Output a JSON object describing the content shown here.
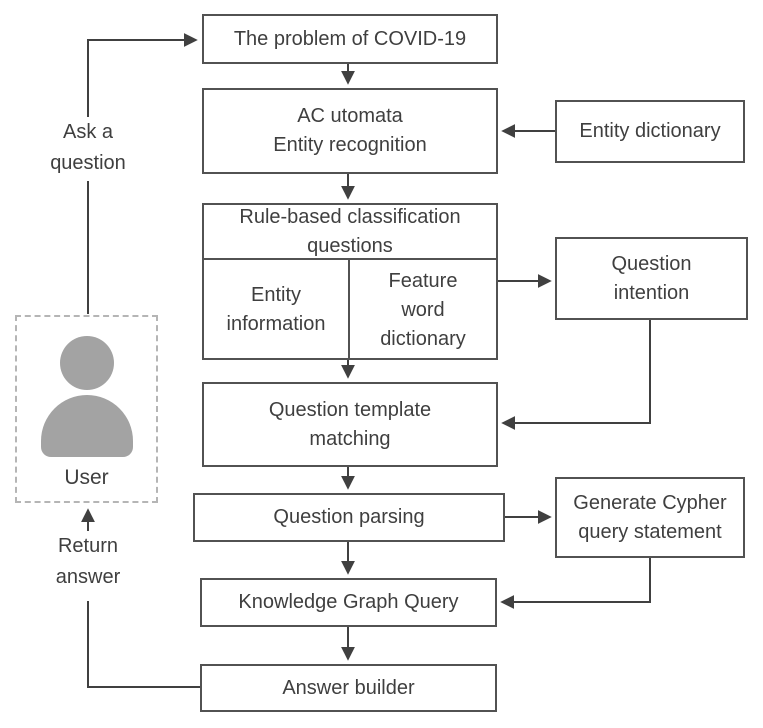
{
  "nodes": {
    "problem_covid": "The problem of COVID-19",
    "ac_automata": "AC utomata\nEntity recognition",
    "entity_dictionary": "Entity dictionary",
    "rule_based": "Rule-based classification\nquestions",
    "entity_information": "Entity\ninformation",
    "feature_word_dictionary": "Feature\nword\ndictionary",
    "question_intention": "Question\nintention",
    "template_matching": "Question template\nmatching",
    "question_parsing": "Question parsing",
    "generate_cypher": "Generate Cypher\nquery statement",
    "kg_query": "Knowledge Graph Query",
    "answer_builder": "Answer builder"
  },
  "actor": {
    "name": "User",
    "ask_label": "Ask a\nquestion",
    "return_label": "Return\nanswer"
  },
  "icons": {
    "user": "person-icon"
  },
  "colors": {
    "box_border": "#525252",
    "text": "#3f3f3f",
    "arrow": "#404040",
    "icon_gray": "#a3a3a3",
    "dashed_border": "#b5b5b5",
    "background": "#ffffff"
  }
}
